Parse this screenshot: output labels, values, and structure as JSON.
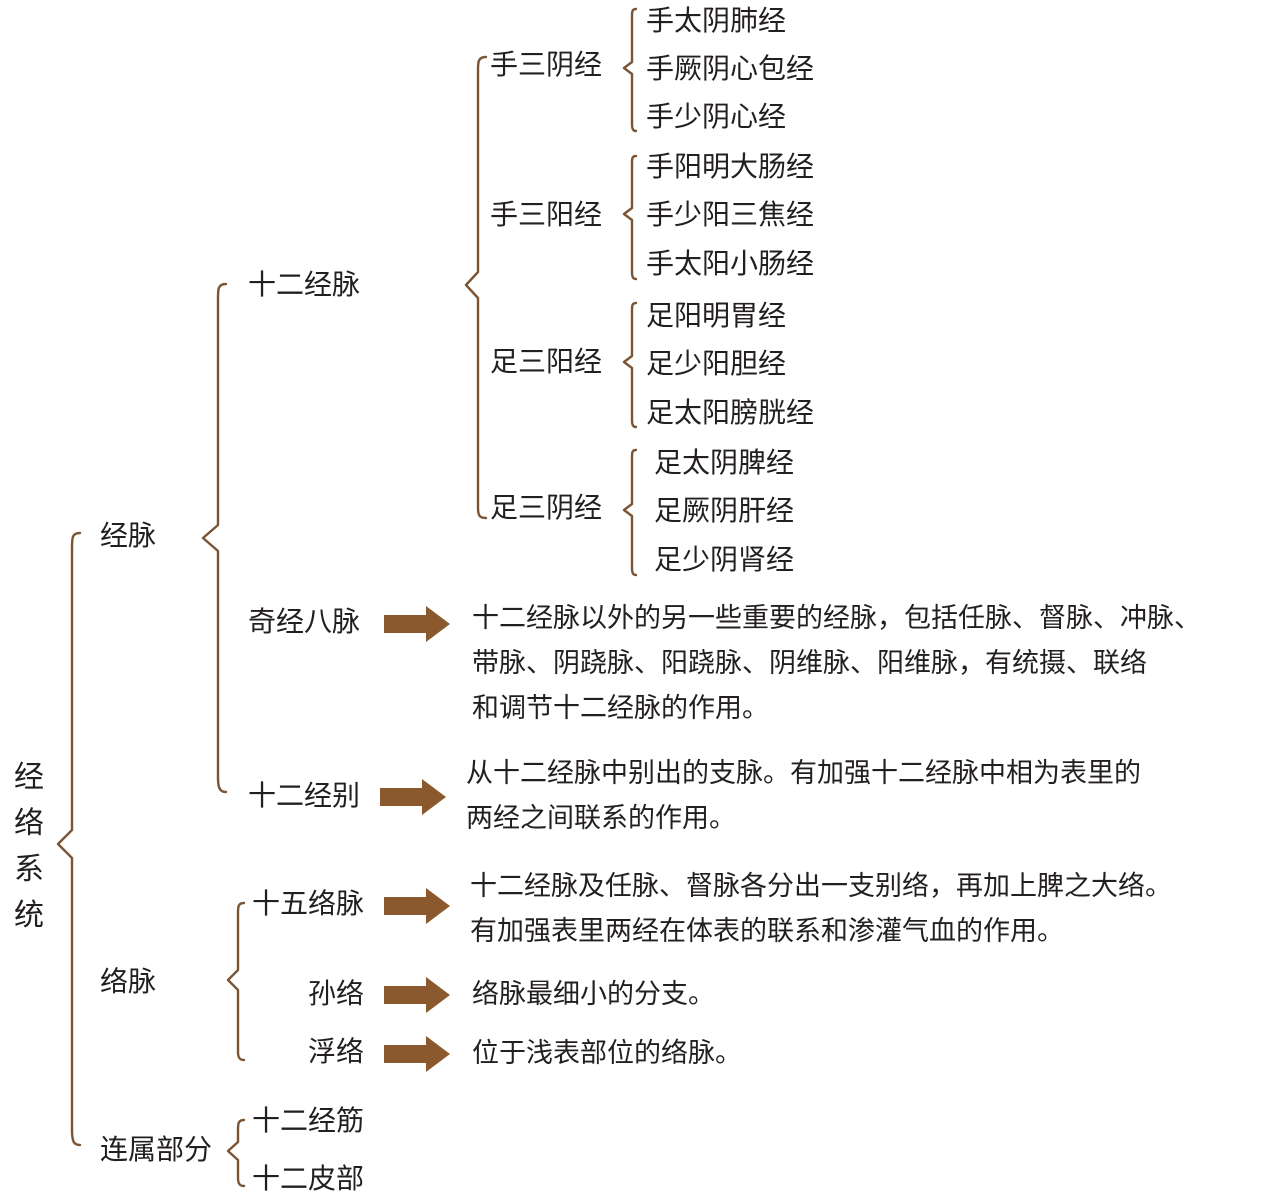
{
  "colors": {
    "bracket": "#7a5535",
    "arrow": "#8a5a2e",
    "text": "#231f20"
  },
  "root": {
    "label": "经络系统"
  },
  "jingmai": {
    "label": "经脉",
    "shier_jingmai": {
      "label": "十二经脉",
      "groups": [
        {
          "label": "手三阴经",
          "items": [
            "手太阴肺经",
            "手厥阴心包经",
            "手少阴心经"
          ]
        },
        {
          "label": "手三阳经",
          "items": [
            "手阳明大肠经",
            "手少阳三焦经",
            "手太阳小肠经"
          ]
        },
        {
          "label": "足三阳经",
          "items": [
            "足阳明胃经",
            "足少阳胆经",
            "足太阳膀胱经"
          ]
        },
        {
          "label": "足三阴经",
          "items": [
            "足太阴脾经",
            "足厥阴肝经",
            "足少阴肾经"
          ]
        }
      ]
    },
    "qijing_bamai": {
      "label": "奇经八脉",
      "desc": [
        "十二经脉以外的另一些重要的经脉，包括任脉、督脉、冲脉、",
        "带脉、阴跷脉、阳跷脉、阴维脉、阳维脉，有统摄、联络",
        "和调节十二经脉的作用。"
      ]
    },
    "shier_jingbie": {
      "label": "十二经别",
      "desc": [
        "从十二经脉中别出的支脉。有加强十二经脉中相为表里的",
        "两经之间联系的作用。"
      ]
    }
  },
  "luomai": {
    "label": "络脉",
    "items": [
      {
        "label": "十五络脉",
        "desc": [
          "十二经脉及任脉、督脉各分出一支别络，再加上脾之大络。",
          "有加强表里两经在体表的联系和渗灌气血的作用。"
        ]
      },
      {
        "label": "孙络",
        "desc": [
          "络脉最细小的分支。"
        ]
      },
      {
        "label": "浮络",
        "desc": [
          "位于浅表部位的络脉。"
        ]
      }
    ]
  },
  "lianshu": {
    "label": "连属部分",
    "items": [
      "十二经筋",
      "十二皮部"
    ]
  }
}
